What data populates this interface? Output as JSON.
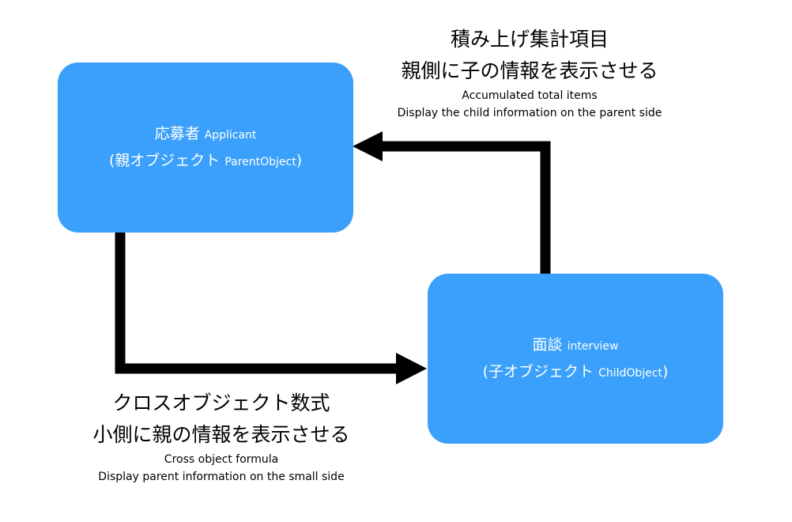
{
  "parent_node": {
    "title_jp": "応募者",
    "title_en": "Applicant",
    "sub_open": "(",
    "sub_jp": "親オブジェクト",
    "sub_en": "ParentObject",
    "sub_close": ")"
  },
  "child_node": {
    "title_jp": "面談",
    "title_en": "interview",
    "sub_open": "(",
    "sub_jp": "子オブジェクト",
    "sub_en": "ChildObject",
    "sub_close": ")"
  },
  "rollup_caption": {
    "jp_line1": "積み上げ集計項目",
    "jp_line2": "親側に子の情報を表示させる",
    "en_line1": "Accumulated total items",
    "en_line2": "Display the child information on the parent side"
  },
  "formula_caption": {
    "jp_line1": "クロスオブジェクト数式",
    "jp_line2": "小側に親の情報を表示させる",
    "en_line1": "Cross object formula",
    "en_line2": "Display parent information on the small side"
  },
  "colors": {
    "node_fill": "#3aa0fb",
    "node_text": "#ffffff",
    "connector": "#000000"
  }
}
